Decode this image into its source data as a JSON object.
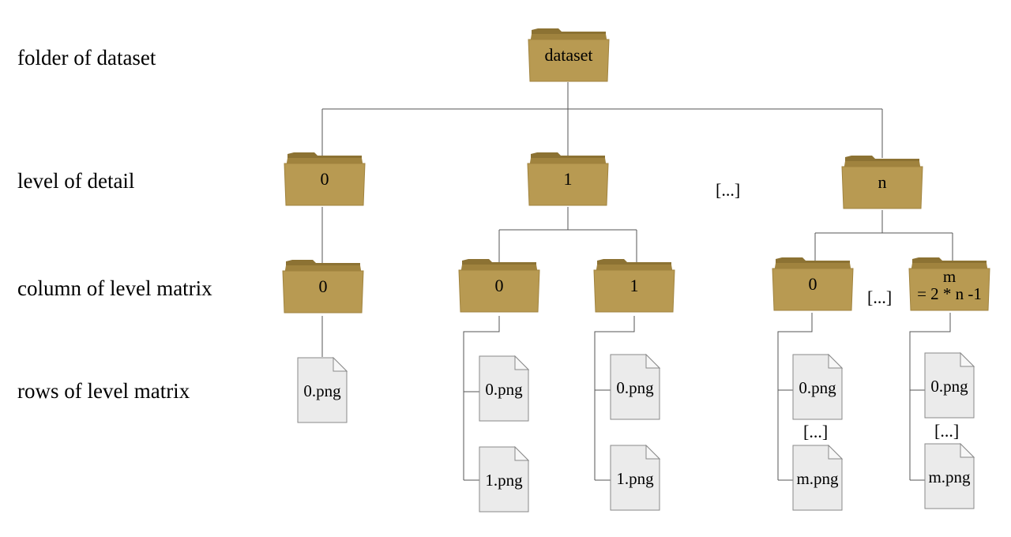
{
  "row_labels": {
    "dataset": "folder of dataset",
    "lod": "level of detail",
    "column": "column of level matrix",
    "rows": "rows of level matrix"
  },
  "root": {
    "label": "dataset"
  },
  "levels": [
    {
      "label": "0"
    },
    {
      "label": "1"
    },
    {
      "label": "n"
    }
  ],
  "level_ellipsis": "[...]",
  "columns": {
    "l0c0": "0",
    "l1c0": "0",
    "l1c1": "1",
    "lnc0": "0",
    "lncm_line1": "m",
    "lncm_line2": "= 2 * n -1",
    "ellipsis": "[...]"
  },
  "files": {
    "l0c0_0": "0.png",
    "l1c0_0": "0.png",
    "l1c0_1": "1.png",
    "l1c1_0": "0.png",
    "l1c1_1": "1.png",
    "lnc0_0": "0.png",
    "lnc0_m": "m.png",
    "lncm_0": "0.png",
    "lncm_m": "m.png",
    "ellipsis_a": "[...]",
    "ellipsis_b": "[...]"
  },
  "colors": {
    "folder_body": "#b89a52",
    "folder_back": "#a0833e",
    "folder_tab": "#8c7233",
    "file_body": "#ebebeb",
    "file_edge": "#8a8a8a",
    "connector": "#555555"
  }
}
